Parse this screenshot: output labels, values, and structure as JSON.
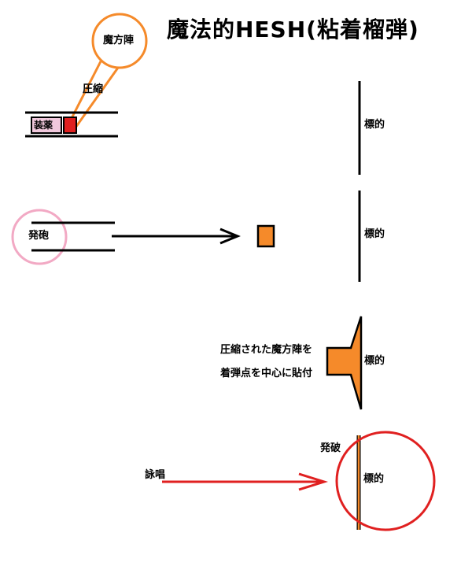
{
  "title": "魔法的HESH(粘着榴弾)",
  "labels": {
    "magic_circle": "魔方陣",
    "compress": "圧縮",
    "charge": "装薬",
    "target": "標的",
    "fire": "発砲",
    "attach_line1": "圧縮された魔方陣を",
    "attach_line2": "着弾点を中心に貼付",
    "detonate": "発破",
    "chant": "詠唱"
  },
  "colors": {
    "orange": "#f58a2a",
    "red": "#e02020",
    "pink": "#f2a9c4",
    "charge_fill": "#f0c8dc",
    "black": "#000000"
  }
}
